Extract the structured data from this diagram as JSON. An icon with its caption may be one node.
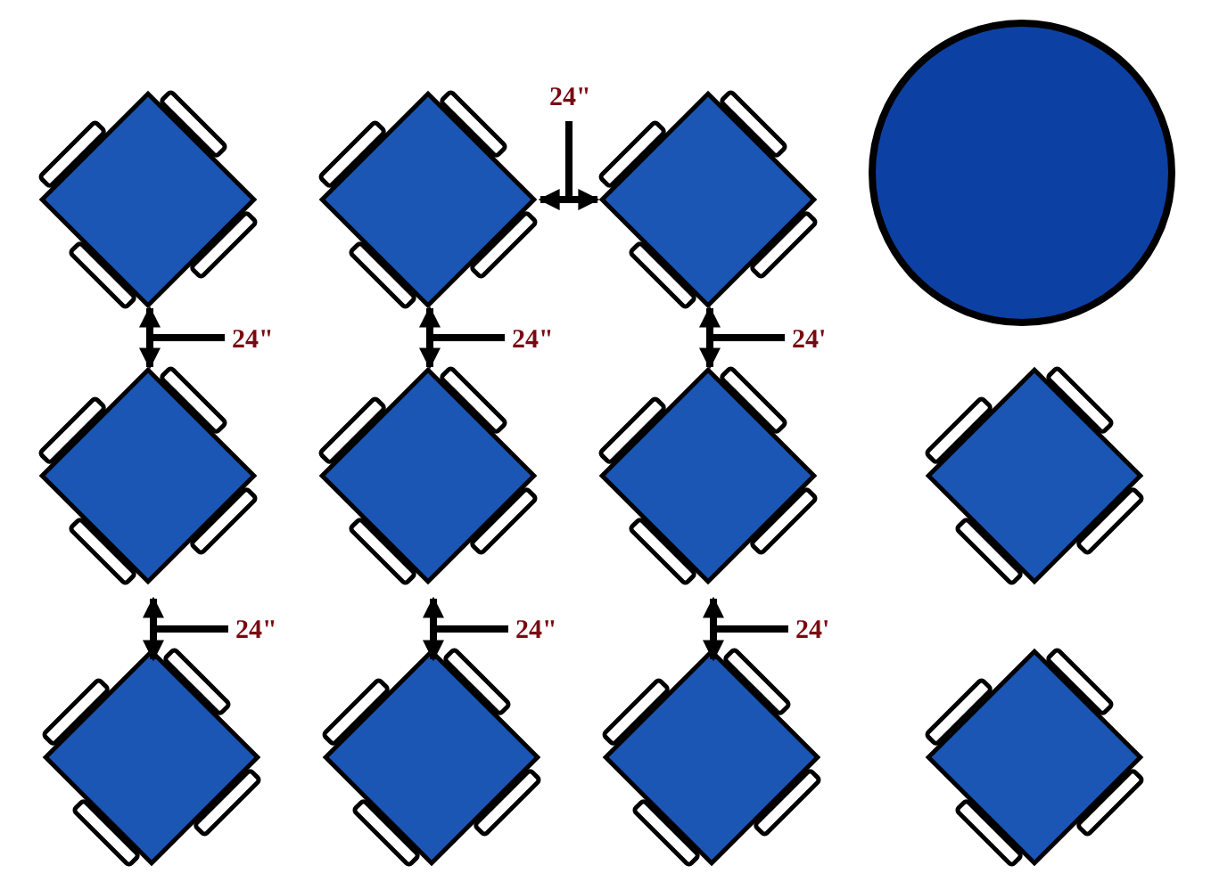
{
  "diagram": {
    "labels": [
      "24\"",
      "24\"",
      "24\"",
      "24'",
      "24\"",
      "24\"",
      "24'"
    ]
  }
}
